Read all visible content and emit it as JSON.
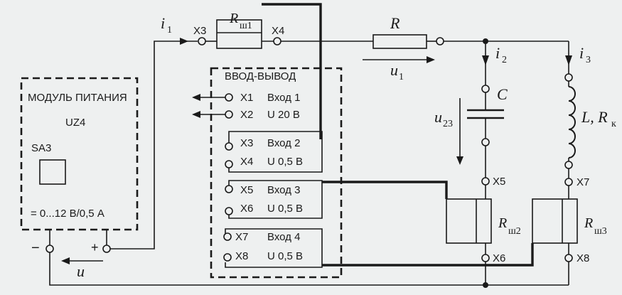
{
  "power_module": {
    "title": "МОДУЛЬ ПИТАНИЯ",
    "device": "UZ4",
    "switch": "SA3",
    "rating": "= 0...12 В/0,5 А",
    "minus": "−",
    "plus": "+",
    "voltage": "u"
  },
  "io_module": {
    "title": "ВВОД-ВЫВОД",
    "rows": [
      {
        "term": "X1",
        "text": "Вход 1"
      },
      {
        "term": "X2",
        "text": "U 20 В"
      },
      {
        "term": "X3",
        "text": "Вход 2"
      },
      {
        "term": "X4",
        "text": "U 0,5 В"
      },
      {
        "term": "X5",
        "text": "Вход 3"
      },
      {
        "term": "X6",
        "text": "U 0,5 В"
      },
      {
        "term": "X7",
        "text": "Вход 4"
      },
      {
        "term": "X8",
        "text": "U 0,5 В"
      }
    ]
  },
  "circuit": {
    "i1": "i",
    "i1_sub": "1",
    "i2": "i",
    "i2_sub": "2",
    "i3": "i",
    "i3_sub": "3",
    "u1": "u",
    "u1_sub": "1",
    "u23": "u",
    "u23_sub": "23",
    "R": "R",
    "C": "C",
    "L": "L, R",
    "L_sub": "к",
    "Rsh1": "R",
    "Rsh1_sub": "ш1",
    "Rsh2": "R",
    "Rsh2_sub": "ш2",
    "Rsh3": "R",
    "Rsh3_sub": "ш3",
    "X3": "X3",
    "X4": "X4",
    "X5": "X5",
    "X6": "X6",
    "X7": "X7",
    "X8": "X8"
  }
}
